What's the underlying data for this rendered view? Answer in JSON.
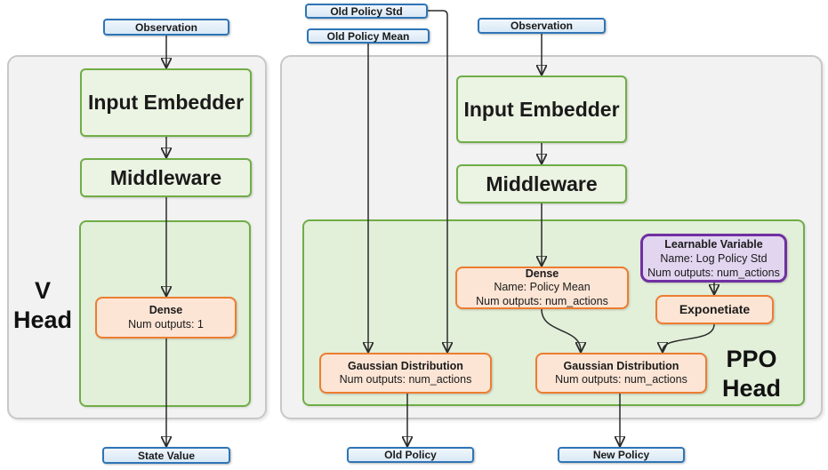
{
  "colors": {
    "blue_border": "#2E75B6",
    "blue_fill": "#DEEBF7",
    "green_border": "#70AD47",
    "green_fill": "#EBF3E2",
    "green_container_fill": "#E2EFD9",
    "orange_border": "#ED7D31",
    "orange_fill": "#FCE5D5",
    "purple_border": "#7030A0",
    "purple_fill": "#E2D5F0",
    "gray_fill": "#F2F2F2",
    "gray_border": "#C8C8C8"
  },
  "v_head": {
    "observation": "Observation",
    "input_embedder": "Input Embedder",
    "middleware": "Middleware",
    "dense": {
      "title": "Dense",
      "outputs": "Num outputs: 1"
    },
    "label": {
      "line1": "V",
      "line2": "Head"
    },
    "state_value": "State Value"
  },
  "ppo_head": {
    "old_policy_std": "Old Policy Std",
    "old_policy_mean": "Old Policy Mean",
    "observation": "Observation",
    "input_embedder": "Input Embedder",
    "middleware": "Middleware",
    "dense": {
      "title": "Dense",
      "name": "Name: Policy Mean",
      "outputs": "Num outputs: num_actions"
    },
    "learnable_variable": {
      "title": "Learnable Variable",
      "name": "Name: Log Policy Std",
      "outputs": "Num outputs: num_actions"
    },
    "exponetiate": "Exponetiate",
    "gaussian_old": {
      "title": "Gaussian Distribution",
      "outputs": "Num outputs: num_actions"
    },
    "gaussian_new": {
      "title": "Gaussian Distribution",
      "outputs": "Num outputs: num_actions"
    },
    "label": {
      "line1": "PPO",
      "line2": "Head"
    },
    "old_policy": "Old Policy",
    "new_policy": "New Policy"
  }
}
